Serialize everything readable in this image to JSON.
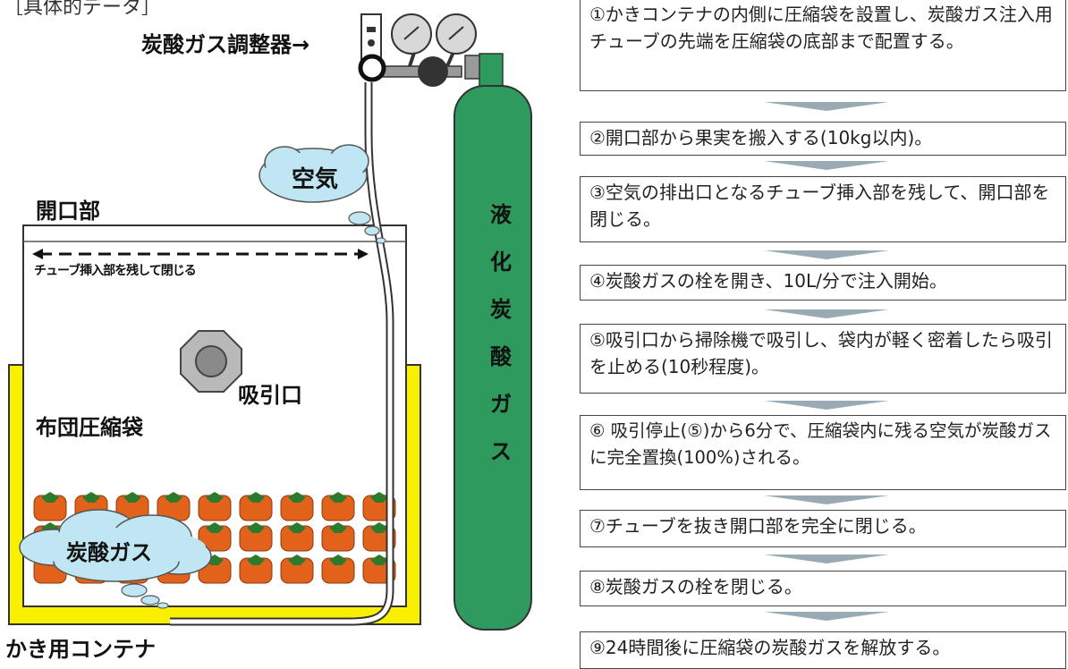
{
  "header": {
    "label": "［具体的データ］"
  },
  "diagram": {
    "regulator_label": "炭酸ガス調整器→",
    "opening_label": "開口部",
    "close_note": "チューブ挿入部を残して閉じる",
    "air_label": "空気",
    "suction_label": "吸引口",
    "bag_label": "布団圧縮袋",
    "co2_label": "炭酸ガス",
    "container_label": "かき用コンテナ",
    "cylinder_label": "液化炭酸ガス"
  },
  "steps": [
    "①かきコンテナの内側に圧縮袋を設置し、炭酸ガス注入用チューブの先端を圧縮袋の底部まで配置する。",
    "②開口部から果実を搬入する(10kg以内)。",
    "③空気の排出口となるチューブ挿入部を残して、開口部を閉じる。",
    "④炭酸ガスの栓を開き、10L/分で注入開始。",
    "⑤吸引口から掃除機で吸引し、袋内が軽く密着したら吸引を止める(10秒程度)。",
    "⑥ 吸引停止(⑤)から6分で、圧縮袋内に残る空気が炭酸ガスに完全置換(100%)される。",
    "⑦チューブを抜き開口部を完全に閉じる。",
    "⑧炭酸ガスの栓を閉じる。",
    "⑨24時間後に圧縮袋の炭酸ガスを解放する。"
  ],
  "colors": {
    "container": "#f8f000",
    "cylinder": "#2e9a5e",
    "fruit": "#e2621c",
    "leaf": "#2d7a2d",
    "cloud": "#bfe6f2",
    "arrow": "#9aaab4"
  }
}
